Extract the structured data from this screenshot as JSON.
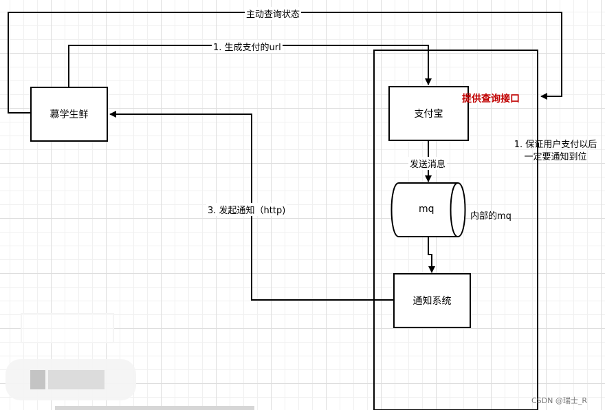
{
  "diagram": {
    "nodes": {
      "muxue": "慕学生鲜",
      "alipay": "支付宝",
      "mq": "mq",
      "notify": "通知系统"
    },
    "edges": {
      "query_status": "主动查询状态",
      "gen_url": "1. 生成支付的url",
      "send_msg": "发送消息",
      "notify_http": "3. 发起通知（http)"
    },
    "annotations": {
      "provide_query": "提供查询接口",
      "inner_mq": "内部的mq",
      "guarantee_line1": "1. 保证用户支付以后",
      "guarantee_line2": "一定要通知到位"
    },
    "colors": {
      "line": "#000000",
      "highlight": "#c00000"
    }
  },
  "watermark": "CSDN @瑞士_R"
}
